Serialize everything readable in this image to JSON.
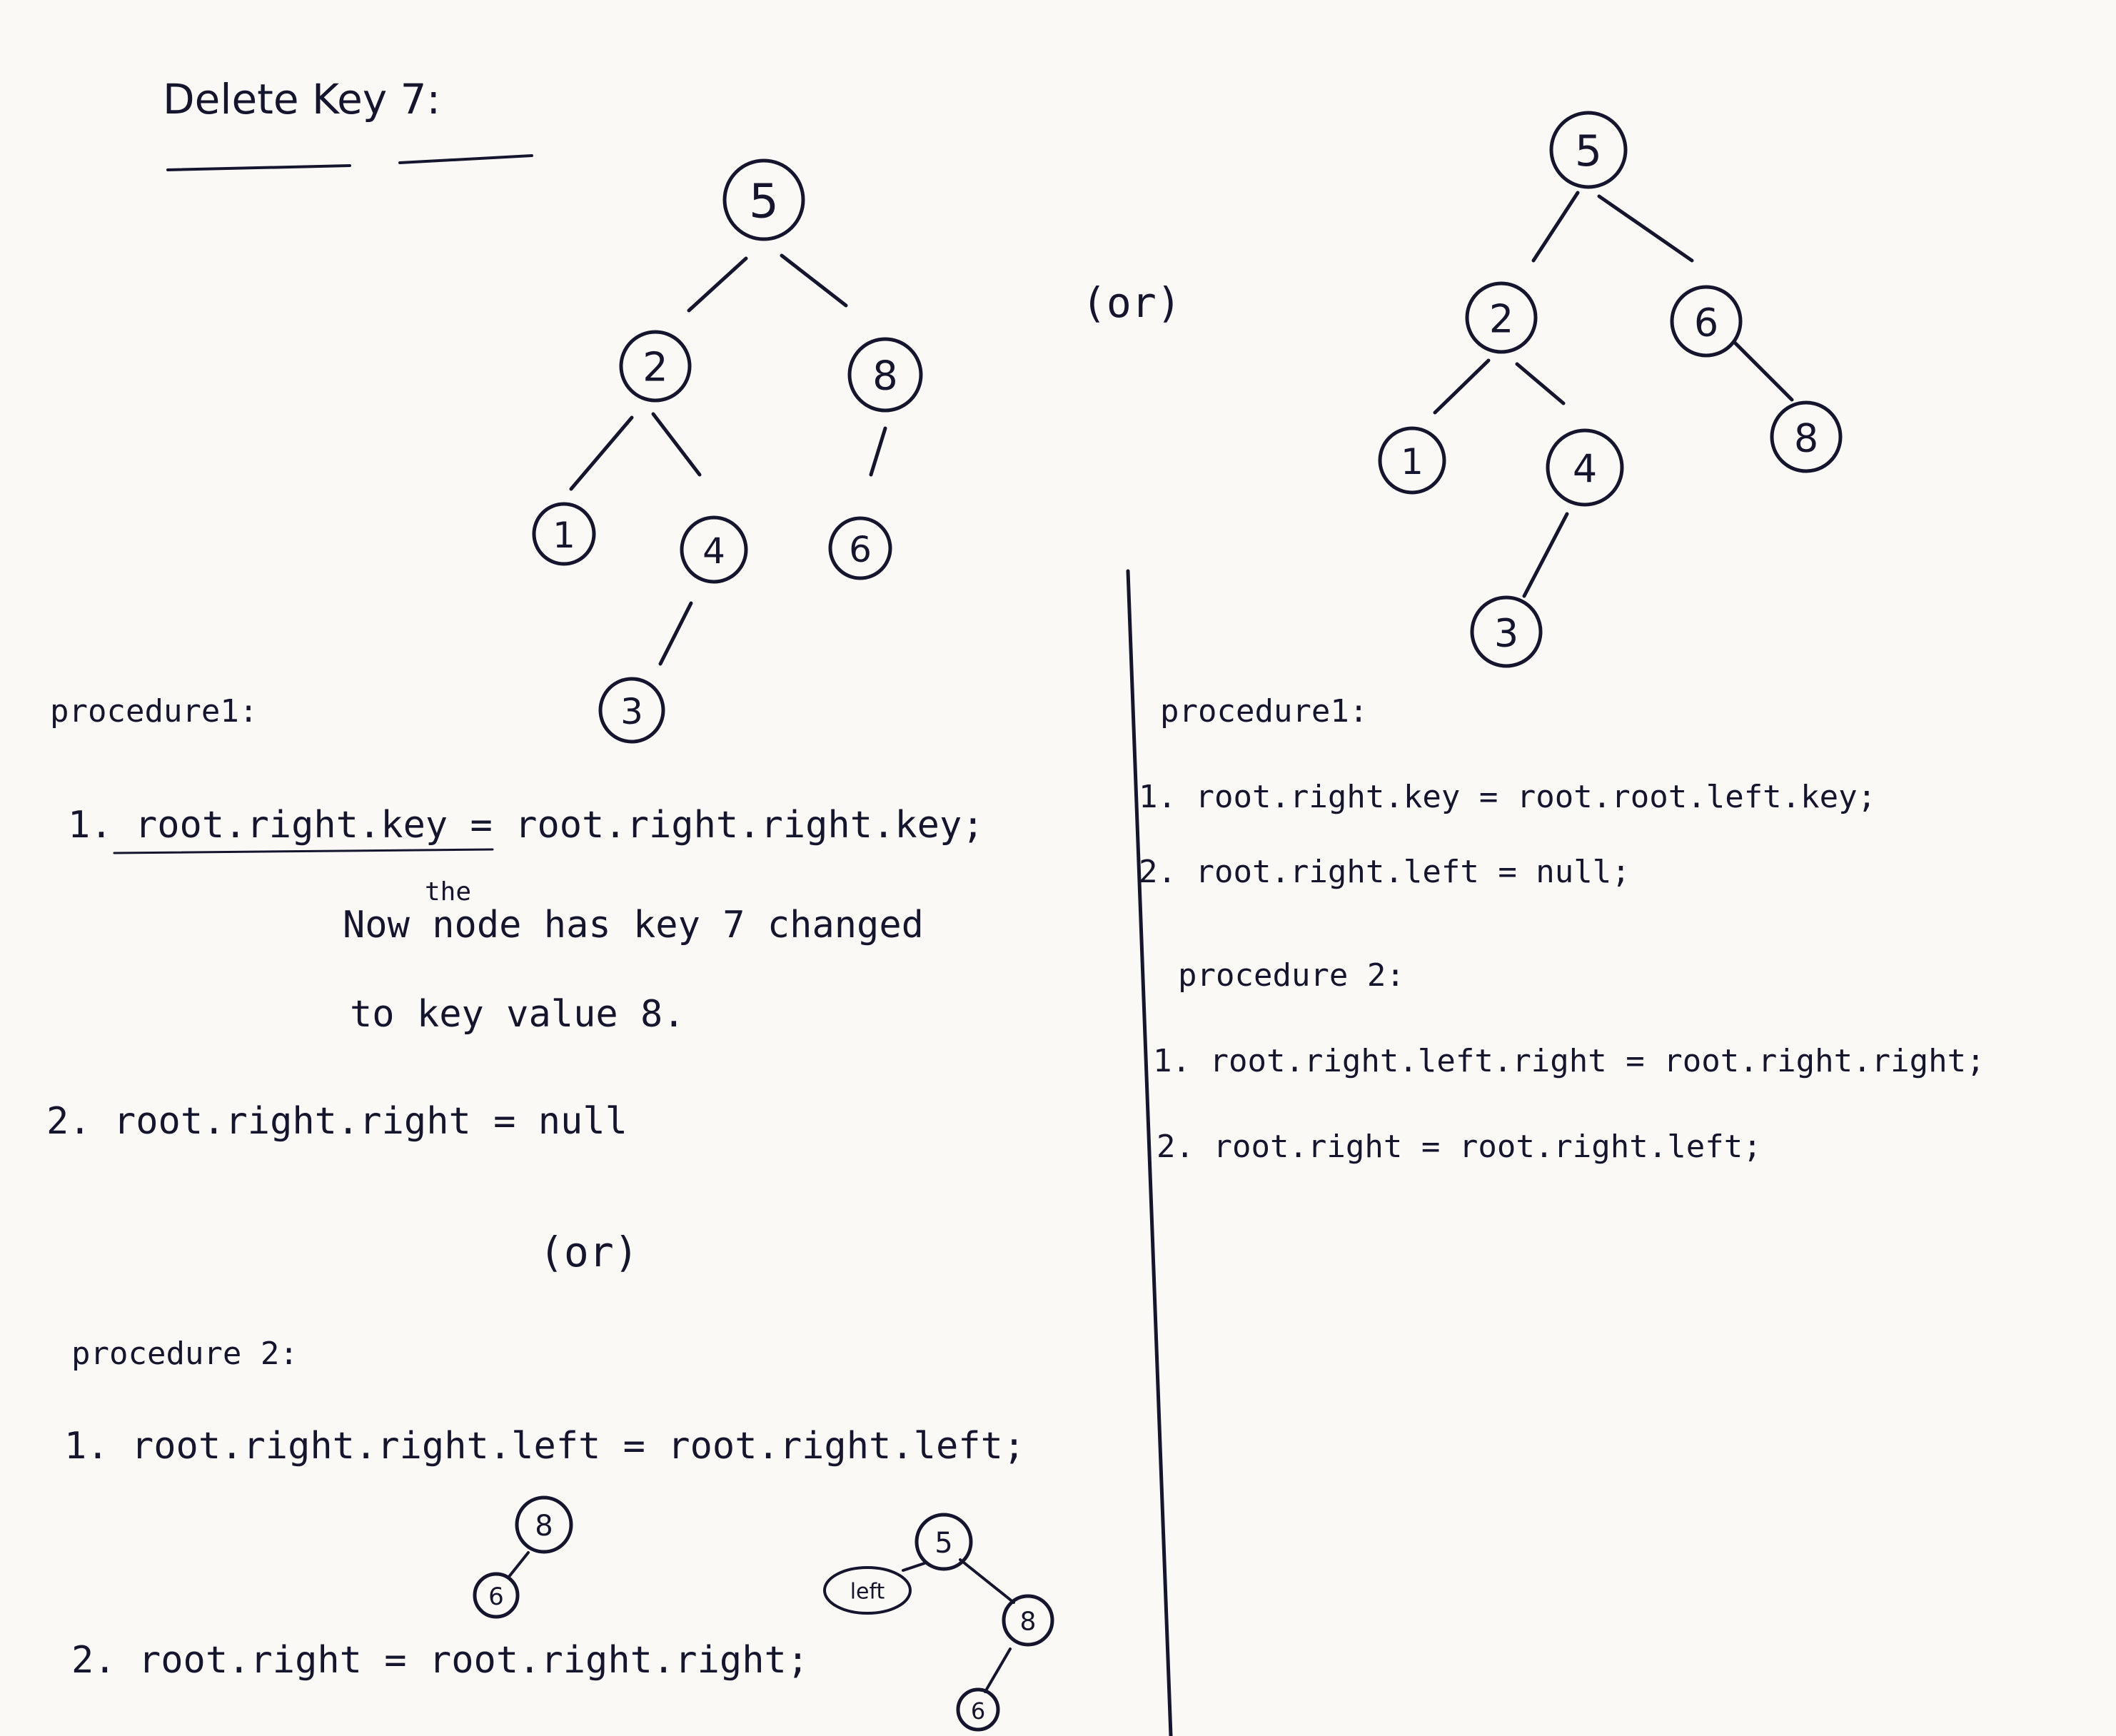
{
  "title": "Delete Key 7:",
  "or_label": "(or)",
  "tree_a": {
    "nodes": [
      "5",
      "2",
      "8",
      "1",
      "4",
      "6",
      "3"
    ]
  },
  "tree_b": {
    "nodes": [
      "5",
      "2",
      "6",
      "1",
      "4",
      "8",
      "3"
    ]
  },
  "left": {
    "procedure1_heading": "procedure1:",
    "p1_line1": "1. root.right.key = root.right.right.key;",
    "p1_note_the": "the",
    "p1_note1": "Now node has key 7 changed",
    "p1_note2": "to key value 8.",
    "p1_line2": "2. root.right.right = null",
    "or_label": "(or)",
    "procedure2_heading": "procedure 2:",
    "p2_line1": "1. root.right.right.left = root.right.left;",
    "p2_line2": "2. root.right = root.right.right;"
  },
  "right": {
    "procedure1_heading": "procedure1:",
    "p1_line1": "1. root.right.key = root.root.left.key;",
    "p1_line2": "2. root.right.left = null;",
    "procedure2_heading": "procedure 2:",
    "p2_line1": "1. root.right.left.right = root.right.right;",
    "p2_line2": "2. root.right = root.right.left;"
  },
  "sketch_small": {
    "nodes": [
      "8",
      "6"
    ]
  },
  "sketch_result": {
    "nodes": [
      "5",
      "8",
      "6"
    ],
    "left_label": "left"
  }
}
